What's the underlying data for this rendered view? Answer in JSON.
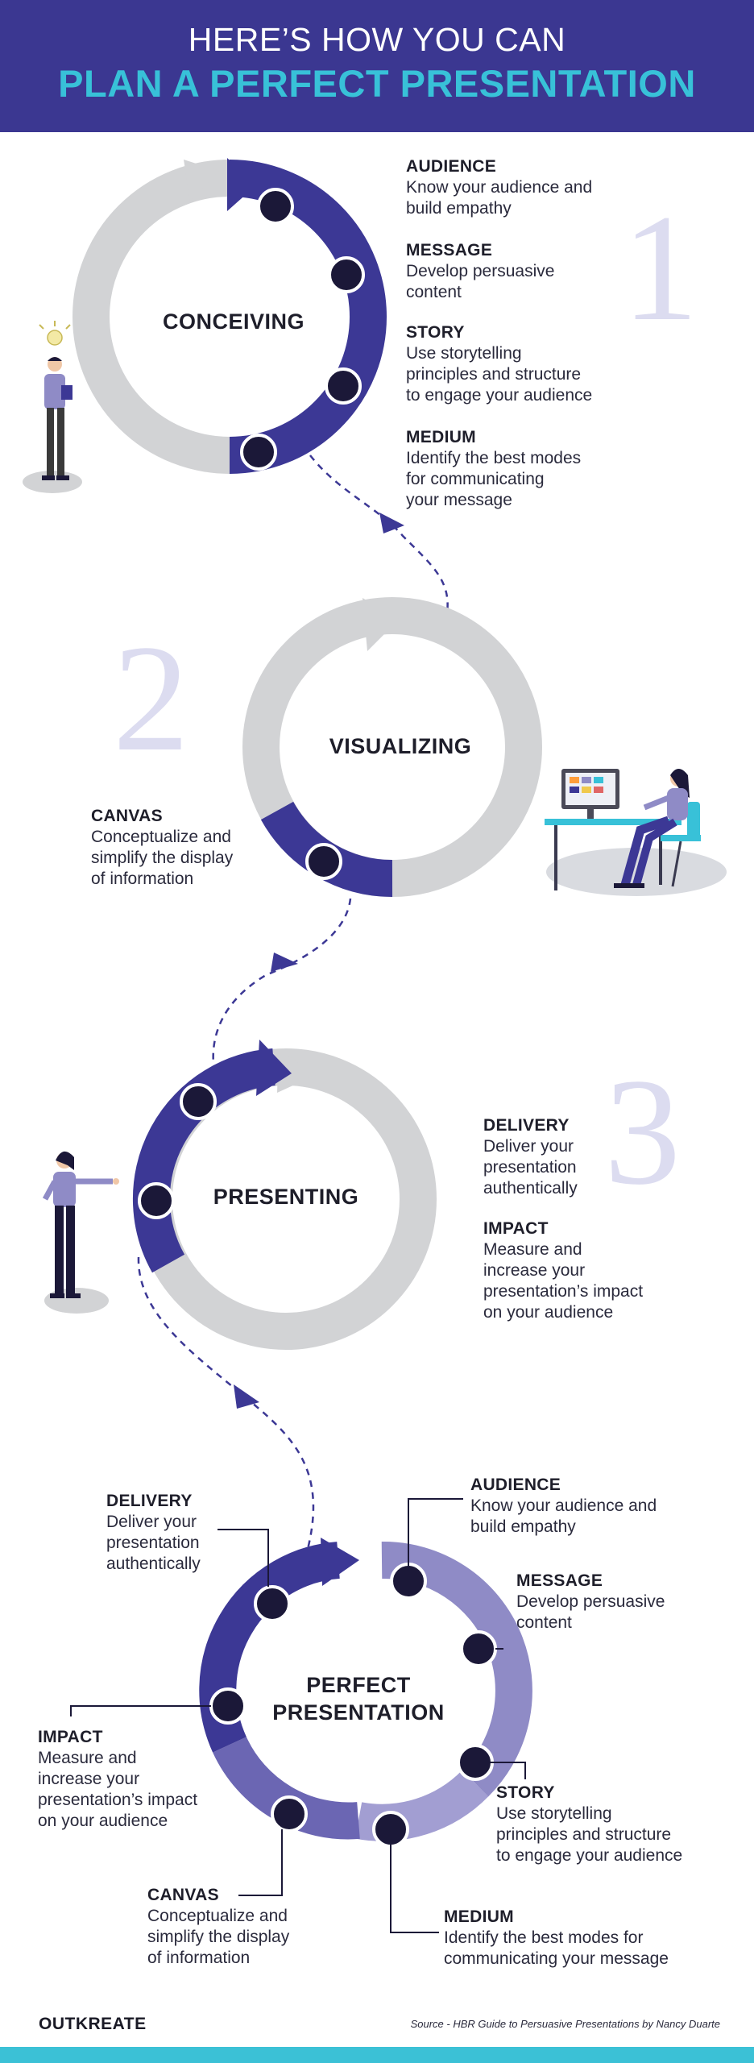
{
  "header": {
    "line1": "HERE’S HOW YOU CAN",
    "line2": "PLAN A PERFECT PRESENTATION"
  },
  "colors": {
    "header_bg": "#3b3791",
    "accent_cyan": "#38c1d8",
    "ring_gray": "#d2d3d5",
    "ring_navy": "#3c3895",
    "ring_lavender": "#8f8bc6",
    "dot": "#1b1838",
    "number_tint": "#dcdcf0"
  },
  "stage1": {
    "number": "1",
    "label": "CONCEIVING",
    "items": [
      {
        "title": "AUDIENCE",
        "desc": [
          "Know your audience and",
          "build empathy"
        ]
      },
      {
        "title": "MESSAGE",
        "desc": [
          "Develop persuasive",
          "content"
        ]
      },
      {
        "title": "STORY",
        "desc": [
          "Use storytelling",
          "principles and structure",
          "to engage your audience"
        ]
      },
      {
        "title": "MEDIUM",
        "desc": [
          "Identify the best modes",
          "for communicating",
          "your message"
        ]
      }
    ]
  },
  "stage2": {
    "number": "2",
    "label": "VISUALIZING",
    "items": [
      {
        "title": "CANVAS",
        "desc": [
          "Conceptualize and",
          "simplify the display",
          "of information"
        ]
      }
    ]
  },
  "stage3": {
    "number": "3",
    "label": "PRESENTING",
    "items": [
      {
        "title": "DELIVERY",
        "desc": [
          "Deliver your",
          "presentation",
          "authentically"
        ]
      },
      {
        "title": "IMPACT",
        "desc": [
          "Measure and",
          "increase your",
          "presentation’s impact",
          "on your audience"
        ]
      }
    ]
  },
  "final": {
    "label_line1": "PERFECT",
    "label_line2": "PRESENTATION",
    "delivery": {
      "title": "DELIVERY",
      "desc": [
        "Deliver your",
        "presentation",
        "authentically"
      ]
    },
    "audience": {
      "title": "AUDIENCE",
      "desc": [
        "Know your audience and",
        "build empathy"
      ]
    },
    "message": {
      "title": "MESSAGE",
      "desc": [
        "Develop persuasive",
        "content"
      ]
    },
    "impact": {
      "title": "IMPACT",
      "desc": [
        "Measure and",
        "increase your",
        "presentation’s impact",
        "on your audience"
      ]
    },
    "story": {
      "title": "STORY",
      "desc": [
        "Use storytelling",
        "principles and structure",
        "to engage your audience"
      ]
    },
    "canvas": {
      "title": "CANVAS",
      "desc": [
        "Conceptualize and",
        "simplify the display",
        "of information"
      ]
    },
    "medium": {
      "title": "MEDIUM",
      "desc": [
        "Identify the best modes for",
        "communicating your message"
      ]
    }
  },
  "footer": {
    "logo": "OUTKREATE",
    "source": "Source - HBR Guide to Persuasive Presentations by Nancy Duarte"
  }
}
